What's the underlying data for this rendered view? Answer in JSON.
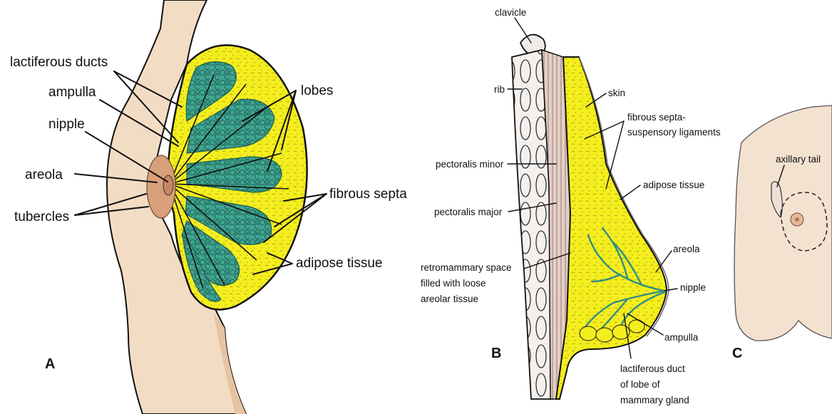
{
  "panel_a": {
    "letter": "A",
    "labels": {
      "lactiferous_ducts": "lactiferous ducts",
      "ampulla": "ampulla",
      "nipple": "nipple",
      "areola": "areola",
      "tubercles": "tubercles",
      "lobes": "lobes",
      "fibrous_septa": "fibrous septa",
      "adipose_tissue": "adipose tissue"
    }
  },
  "panel_b": {
    "letter": "B",
    "labels": {
      "clavicle": "clavicle",
      "rib": "rib",
      "skin": "skin",
      "fibrous_septa_1": "fibrous septa-",
      "fibrous_septa_2": "suspensory ligaments",
      "pectoralis_minor": "pectoralis minor",
      "adipose_tissue": "adipose tissue",
      "pectoralis_major": "pectoralis major",
      "areola": "areola",
      "retromammary_1": "retromammary space",
      "retromammary_2": "filled with loose",
      "retromammary_3": "areolar tissue",
      "nipple": "nipple",
      "ampulla": "ampulla",
      "lactiferous_1": "lactiferous duct",
      "lactiferous_2": "of lobe of",
      "lactiferous_3": "mammary gland"
    }
  },
  "panel_c": {
    "letter": "C",
    "labels": {
      "axillary_tail": "axillary tail"
    }
  },
  "colors": {
    "skin": "#f2dcc4",
    "skin_shade": "#e6c3a2",
    "fat": "#f5ee1e",
    "lobule": "#3fa592",
    "lobule_edge": "#1f5e52",
    "areola": "#d8a07a",
    "muscle": "#d7bcb0",
    "outline": "#111111"
  }
}
